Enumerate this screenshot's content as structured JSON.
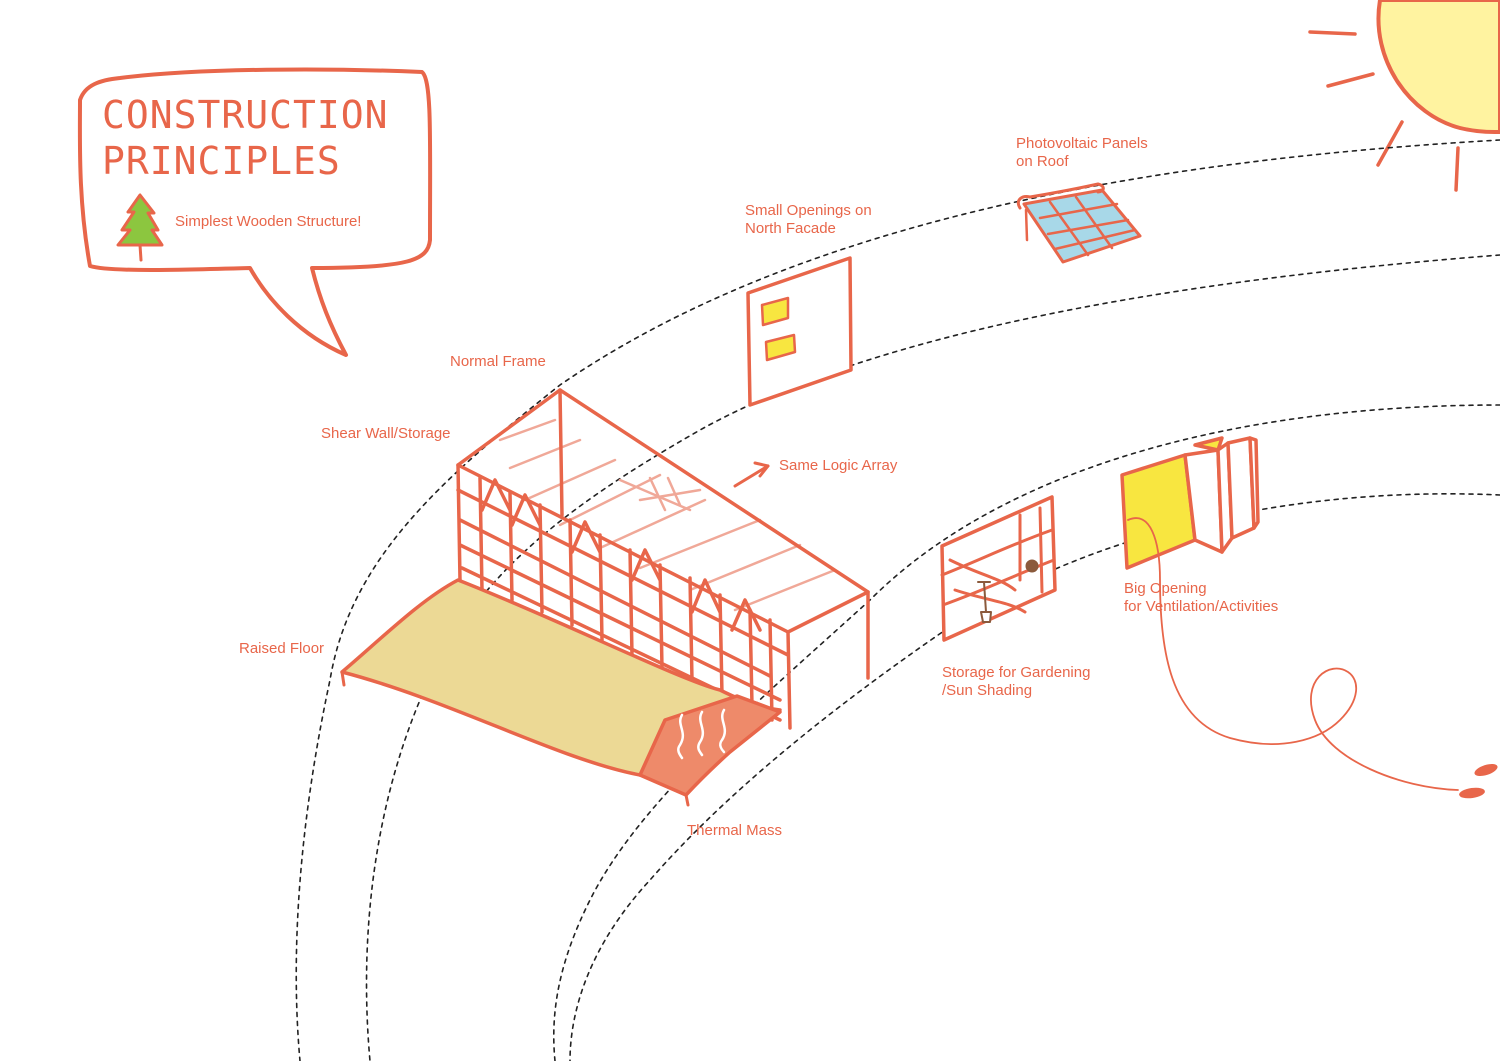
{
  "title": {
    "line1": "CONSTRUCTION",
    "line2": "PRINCIPLES"
  },
  "subtitle": "Simplest Wooden Structure!",
  "labels": {
    "photovoltaic": [
      "Photovoltaic Panels",
      "on Roof"
    ],
    "small_openings": [
      "Small Openings on",
      "North Facade"
    ],
    "normal_frame": "Normal Frame",
    "shear_wall": "Shear Wall/Storage",
    "same_logic": "Same Logic Array",
    "raised_floor": "Raised Floor",
    "thermal_mass": "Thermal Mass",
    "storage": [
      "Storage for Gardening",
      "/Sun Shading"
    ],
    "big_opening": [
      "Big Opening",
      "for Ventilation/Activities"
    ]
  },
  "icons": [
    "speech-bubble-icon",
    "tree-icon",
    "sun-icon",
    "solar-panel-icon",
    "window-panel-icon",
    "shovel-icon",
    "folding-screen-icon",
    "heat-waves-icon",
    "footprints-icon",
    "arrow-right-icon"
  ],
  "colors": {
    "line": "#e8664a",
    "sun": "#fff3a0",
    "floor": "#ecd995",
    "thermal": "#ee8a6a",
    "opening": "#f8e640",
    "panel": "#a8d8e8",
    "tree": "#8cc63f"
  }
}
